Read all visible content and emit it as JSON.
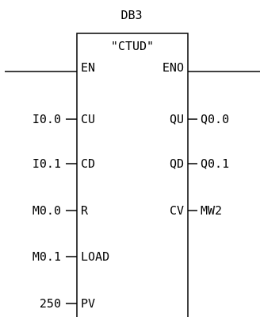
{
  "block": {
    "db_name": "DB3",
    "type_name": "\"CTUD\""
  },
  "power_flow": {
    "input_label": "EN",
    "output_label": "ENO"
  },
  "inputs": [
    {
      "operand": "I0.0",
      "pin": "CU"
    },
    {
      "operand": "I0.1",
      "pin": "CD"
    },
    {
      "operand": "M0.0",
      "pin": "R"
    },
    {
      "operand": "M0.1",
      "pin": "LOAD"
    },
    {
      "operand": "250",
      "pin": "PV"
    }
  ],
  "outputs": [
    {
      "pin": "QU",
      "operand": "Q0.0"
    },
    {
      "pin": "QD",
      "operand": "Q0.1"
    },
    {
      "pin": "CV",
      "operand": "MW2"
    }
  ],
  "colors": {
    "line": "#000000",
    "text": "#000000",
    "background": "#ffffff"
  }
}
